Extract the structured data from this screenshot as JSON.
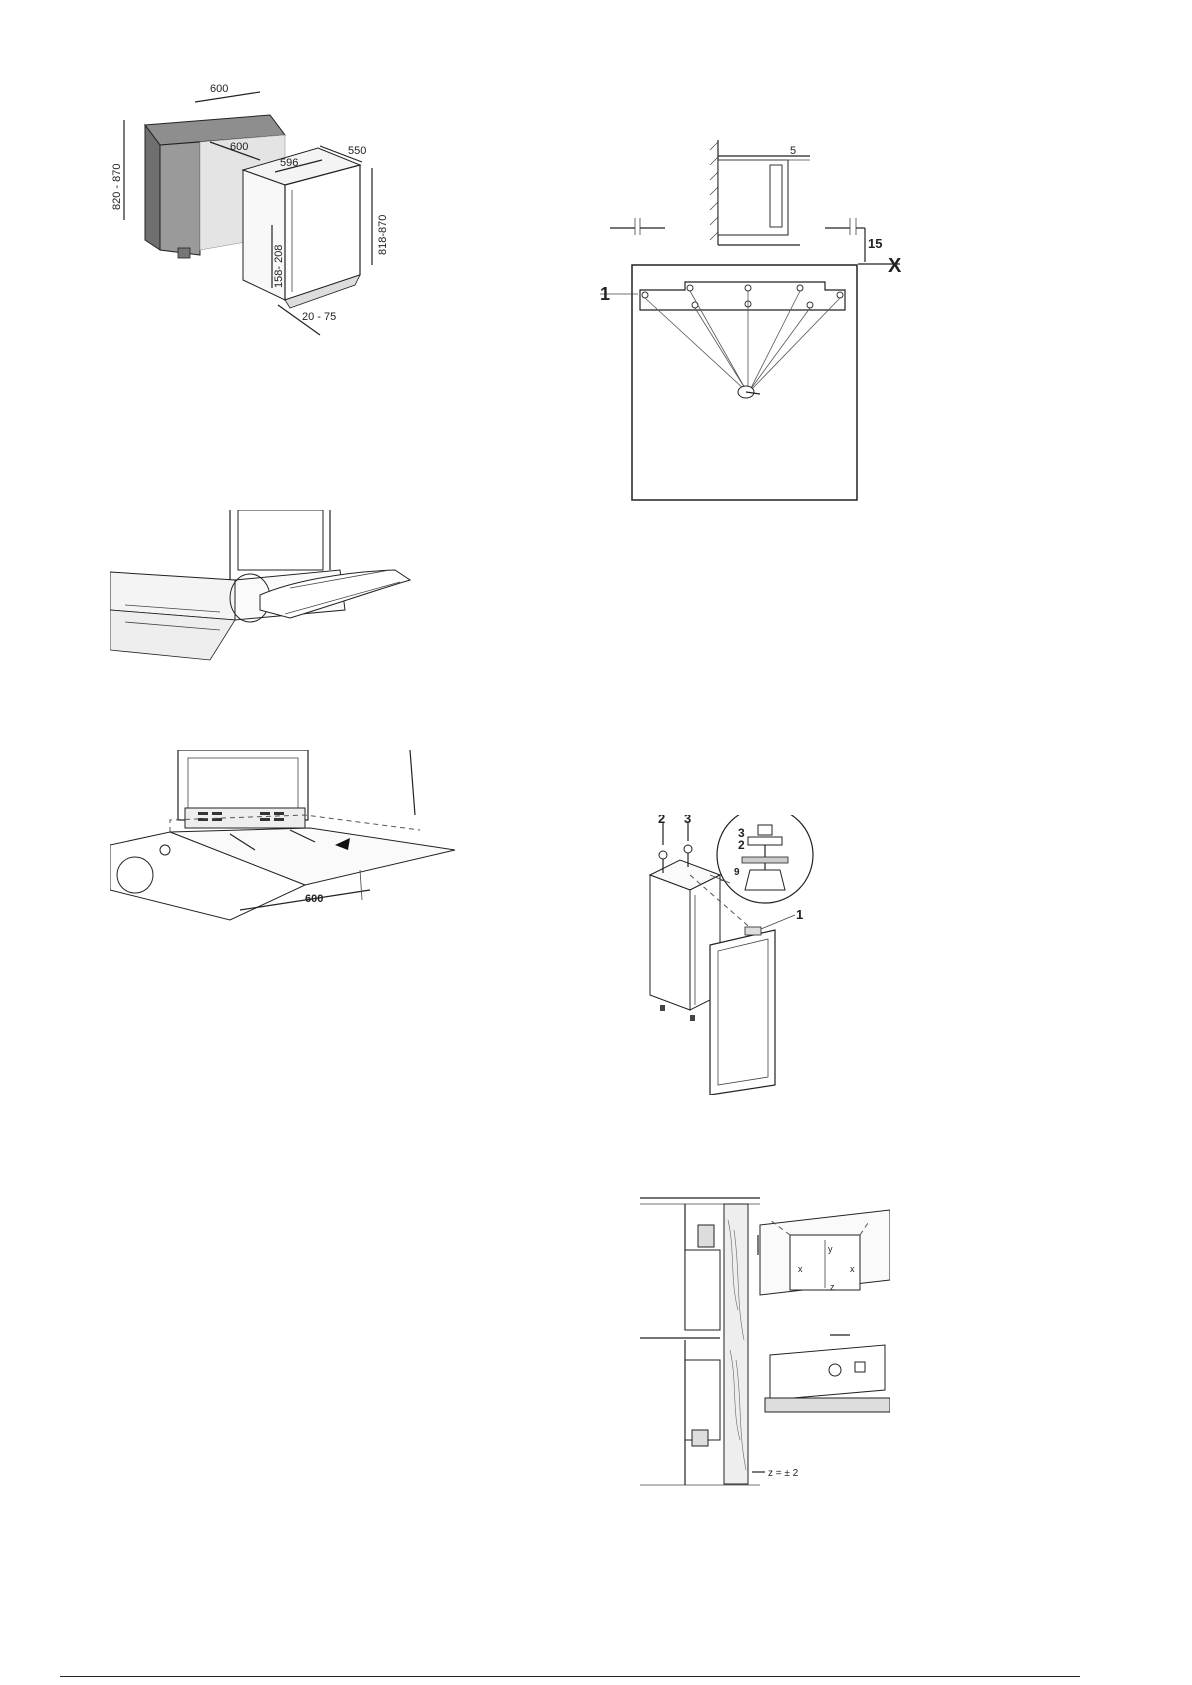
{
  "fig1": {
    "dims": [
      "600",
      "600",
      "596",
      "550",
      "820 - 870",
      "818-870",
      "158- 208",
      "20 - 75"
    ]
  },
  "fig4": {
    "dims": [
      "5",
      "15"
    ],
    "x_label": "X",
    "callout_1": "1"
  },
  "fig3": {
    "dims": [
      "600"
    ]
  },
  "fig5": {
    "callouts": [
      "2",
      "3",
      "3",
      "2",
      "9",
      "1"
    ]
  },
  "fig6": {
    "adjust_note": "z = ± 2",
    "axis_labels": [
      "y",
      "x",
      "x",
      "z"
    ]
  }
}
